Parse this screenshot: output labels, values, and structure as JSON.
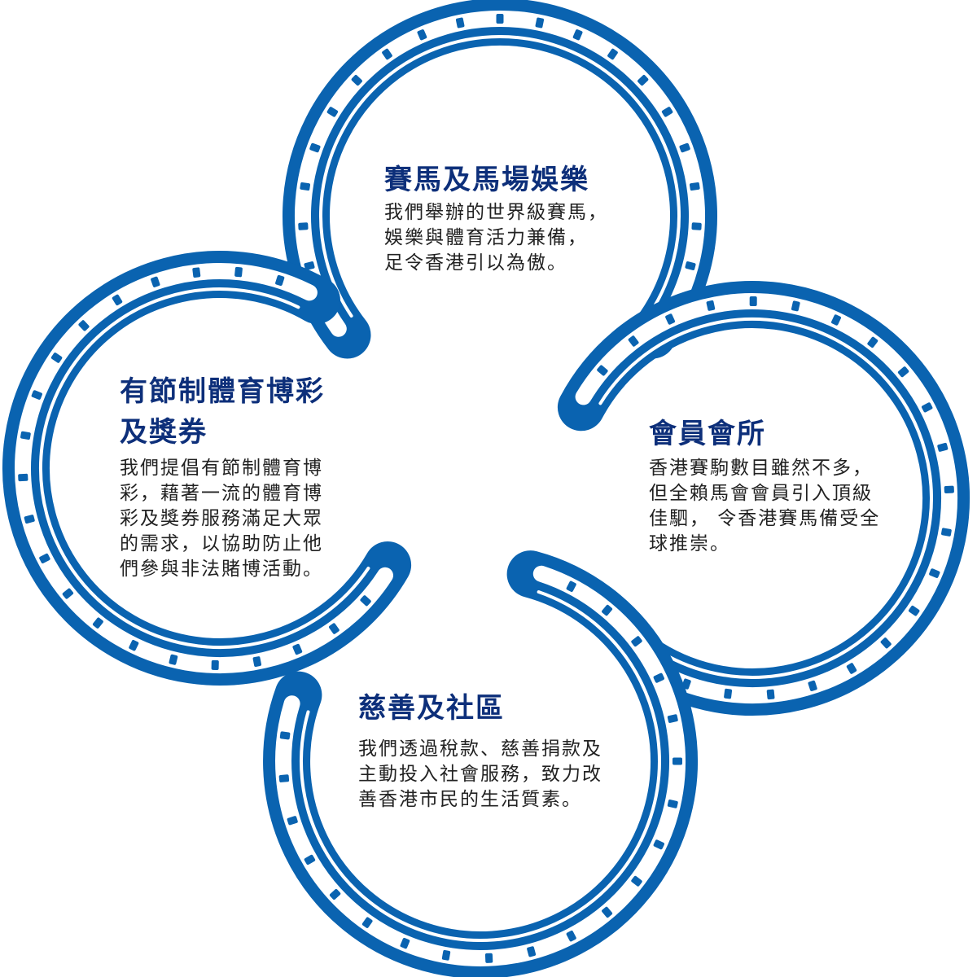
{
  "colors": {
    "shoe_blue": "#0a63b0",
    "title_navy": "#0d2f7a",
    "body_text": "#222222"
  },
  "sections": {
    "racing": {
      "title": [
        "賽馬及馬場娛樂"
      ],
      "lines": [
        "我們舉辦的世界級賽馬，",
        "娛樂與體育活力兼備，",
        "足令香港引以為傲。"
      ]
    },
    "betting": {
      "title": [
        "有節制體育博彩",
        "及獎券"
      ],
      "lines": [
        "我們提倡有節制體育博",
        "彩，藉著一流的體育博",
        "彩及獎券服務滿足大眾",
        "的需求，以協助防止他",
        "們參與非法賭博活動。"
      ]
    },
    "membership": {
      "title": [
        "會員會所"
      ],
      "lines": [
        "香港賽駒數目雖然不多，",
        "但全賴馬會會員引入頂級",
        "佳駟， 令香港賽馬備受全",
        "球推崇。"
      ]
    },
    "charity": {
      "title": [
        "慈善及社區"
      ],
      "lines": [
        "我們透過稅款、慈善捐款及",
        "主動投入社會服務，致力改",
        "善香港市民的生活質素。"
      ]
    }
  }
}
